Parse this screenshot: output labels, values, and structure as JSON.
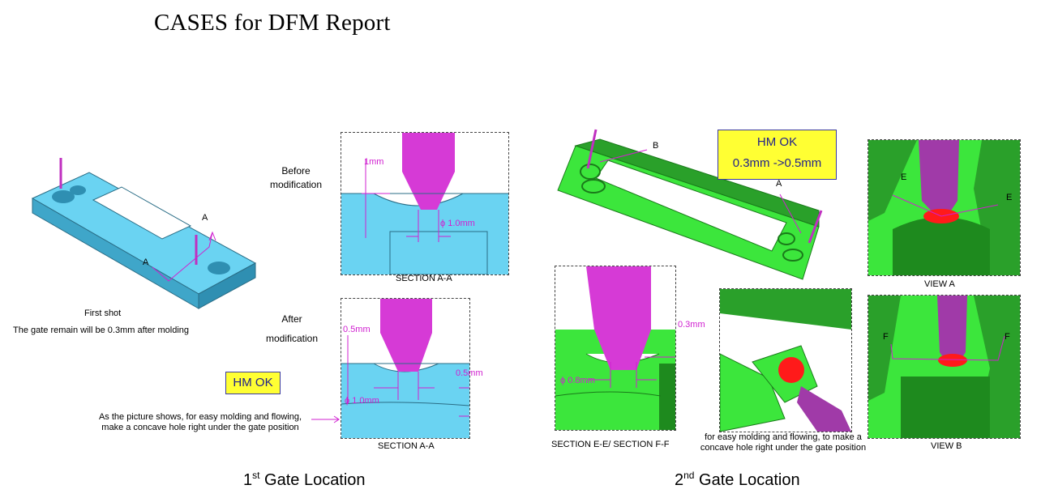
{
  "title": "CASES for DFM Report",
  "left": {
    "first_shot": "First shot",
    "gate_remain": "The gate remain will be 0.3mm after molding",
    "before_line1": "Before",
    "before_line2": "modification",
    "after_line1": "After",
    "after_line2": "modification",
    "hm_ok": "HM OK",
    "note_line1": "As the picture shows, for easy molding and flowing,",
    "note_line2": "make a concave hole right under the gate position",
    "part_label_a_top": "A",
    "part_label_a_bottom": "A",
    "section_top": "SECTION A-A",
    "section_bottom": "SECTION A-A",
    "dim_1mm": "1mm",
    "dim_phi_1mm_top": "ϕ 1.0mm",
    "dim_05mm_top": "0.5mm",
    "dim_05mm_right": "0.5mm",
    "dim_phi_1mm_bottom": "ϕ 1.0mm",
    "gate_location_num": "1",
    "gate_location_sup": "st",
    "gate_location_text": " Gate Location"
  },
  "right": {
    "hm_ok_line1": "HM OK",
    "hm_ok_line2": "0.3mm ->0.5mm",
    "label_b": "B",
    "label_a": "A",
    "view_a": "VIEW A",
    "view_b": "VIEW B",
    "label_e1": "E",
    "label_e2": "E",
    "label_f1": "F",
    "label_f2": "F",
    "section_ef": "SECTION E-E/ SECTION F-F",
    "dim_03mm": "0.3mm",
    "dim_phi_08mm": "ϕ 0.8mm",
    "note_line1": "for easy molding and flowing, to make a",
    "note_line2": "concave hole right under the gate position",
    "gate_location_num": "2",
    "gate_location_sup": "nd",
    "gate_location_text": " Gate Location"
  },
  "colors": {
    "part_blue": "#6ad3f2",
    "gate_magenta": "#d63ad6",
    "part_green": "#3ce63c",
    "badge_yellow": "#ffff33",
    "red_dot": "#ff1a1a"
  }
}
